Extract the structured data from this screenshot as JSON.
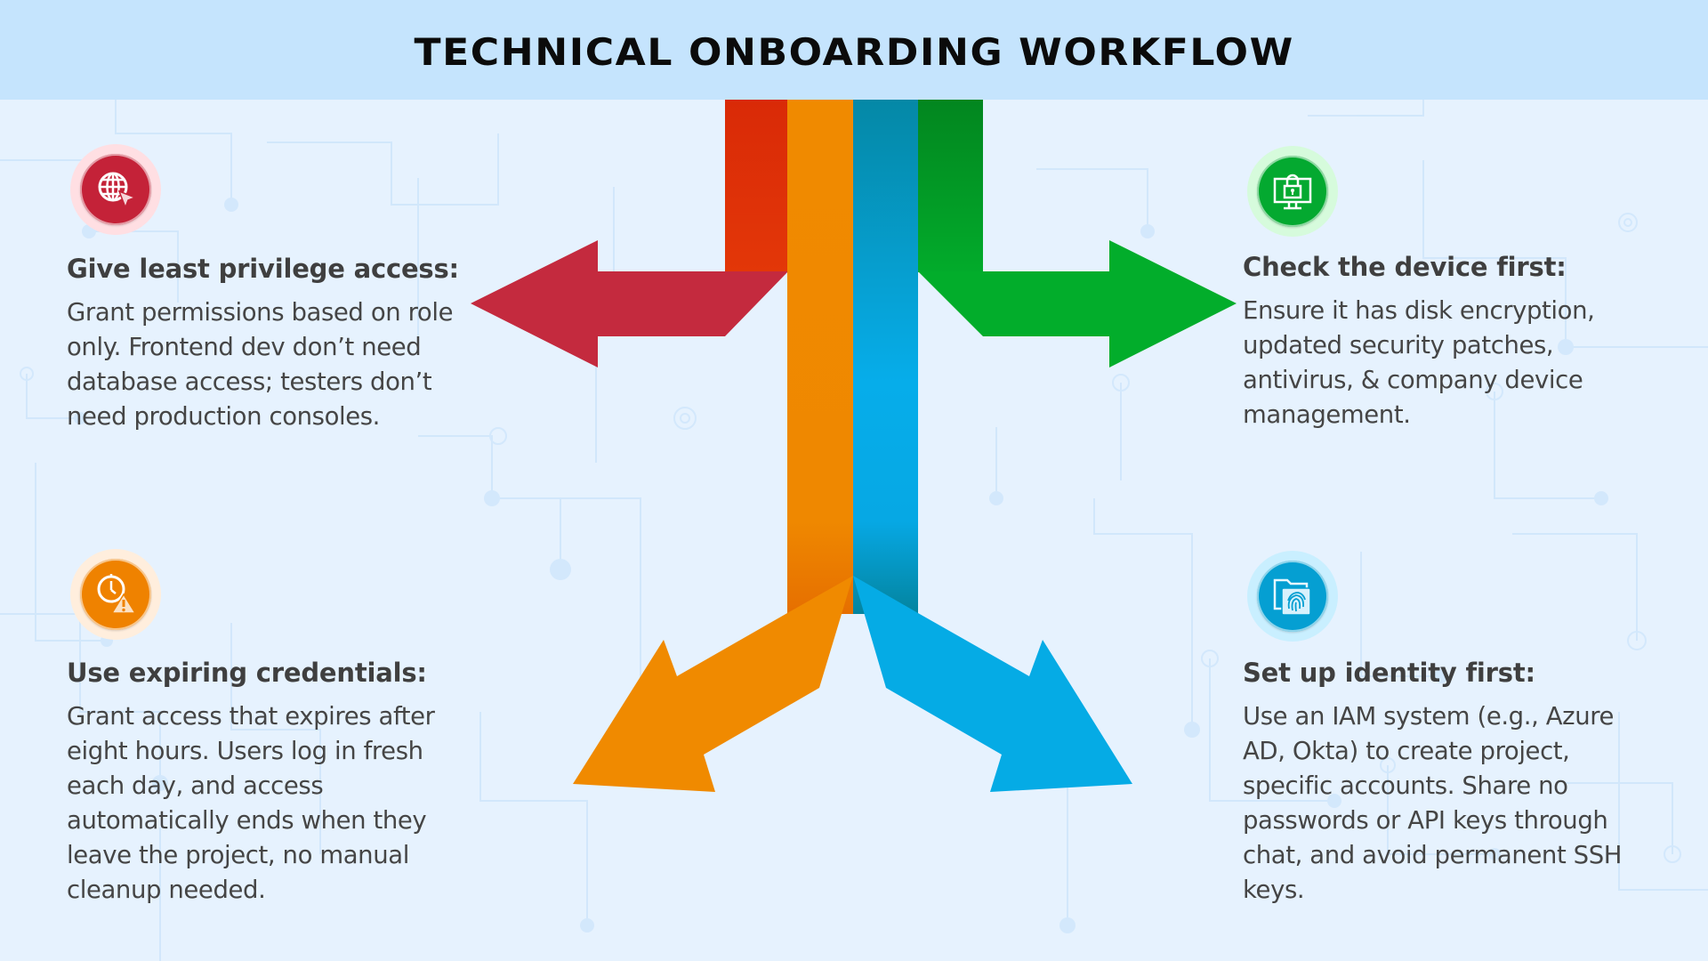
{
  "title": "TECHNICAL ONBOARDING WORKFLOW",
  "colors": {
    "header_bg": "#c5e4fd",
    "background": "#e6f2fe",
    "red": "#c42a3e",
    "red_column": "#dd3208",
    "orange": "#ef8a00",
    "teal_column": "#0588a8",
    "blue": "#05abe5",
    "green": "#02ad2b",
    "green_column": "#028b20"
  },
  "steps": [
    {
      "id": "least-privilege",
      "icon": "globe-cursor-icon",
      "color": "#c42a3e",
      "heading": "Give least privilege access:",
      "body": "Grant permissions based on role only. Frontend dev don’t need database access; testers don’t need production consoles."
    },
    {
      "id": "check-device",
      "icon": "monitor-lock-icon",
      "color": "#02ad2b",
      "heading": "Check the device first:",
      "body": "Ensure it has disk encryption, updated security patches, antivirus, & company device management."
    },
    {
      "id": "expiring-credentials",
      "icon": "clock-warning-icon",
      "color": "#ef8a00",
      "heading": "Use expiring credentials:",
      "body": "Grant access that expires after eight hours. Users log in fresh each day, and access automatically ends when they leave the project, no manual cleanup needed."
    },
    {
      "id": "identity-first",
      "icon": "fingerprint-folder-icon",
      "color": "#05abe5",
      "heading": "Set up identity first:",
      "body": "Use an IAM system (e.g., Azure AD, Okta) to create project, specific accounts. Share no passwords or API keys through chat, and avoid permanent SSH keys."
    }
  ]
}
